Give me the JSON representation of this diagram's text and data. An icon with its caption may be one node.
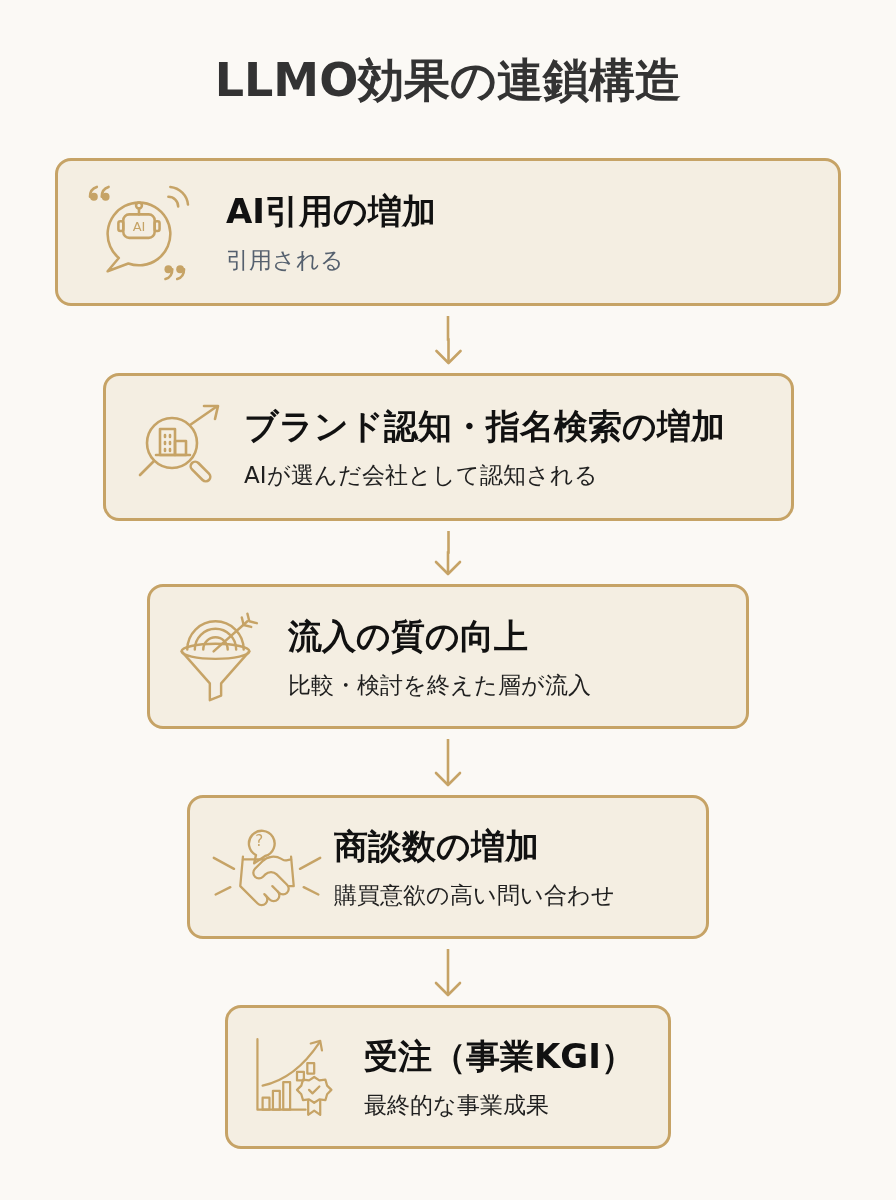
{
  "diagram": {
    "title": "LLMO効果の連鎖構造",
    "nodes": [
      {
        "text": [
          "AI引用の増加",
          "引用される"
        ]
      },
      {
        "text": [
          "ブランド認知・指名検索の増加",
          "AIが選んだ会社として認知される"
        ]
      },
      {
        "text": [
          "流入の質の向上",
          "比較・検討を終えた層が流入"
        ]
      },
      {
        "text": [
          "商談数の増加",
          "購買意欲の高い問い合わせ"
        ]
      },
      {
        "text": [
          "受注（事業KGI）",
          "最終的な事業成果"
        ]
      }
    ],
    "edges": [
      {
        "from": 0,
        "to": 1,
        "arrow": "to"
      },
      {
        "from": 1,
        "to": 2,
        "arrow": "to"
      },
      {
        "from": 2,
        "to": 3,
        "arrow": "to"
      },
      {
        "from": 3,
        "to": 4,
        "arrow": "to"
      }
    ],
    "labels": [
      "AI",
      "?"
    ]
  }
}
